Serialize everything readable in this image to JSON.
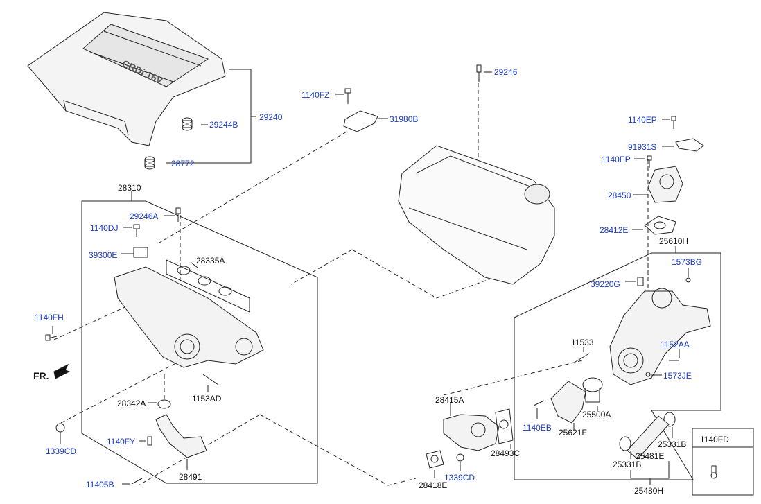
{
  "orientation_label": "FR.",
  "inset_box": {
    "label": "1140FD"
  },
  "engine_cover_text": "CRDi 16V",
  "parts": {
    "p29246": "29246",
    "p1140FZ": "1140FZ",
    "p31980B": "31980B",
    "p29244B": "29244B",
    "p29240": "29240",
    "p28772": "28772",
    "p1140EP_a": "1140EP",
    "p91931S": "91931S",
    "p1140EP_b": "1140EP",
    "p28450": "28450",
    "p28412E": "28412E",
    "p25610H": "25610H",
    "p1573BG": "1573BG",
    "p39220G": "39220G",
    "p28310": "28310",
    "p29246A": "29246A",
    "p1140DJ": "1140DJ",
    "p39300E": "39300E",
    "p28335A": "28335A",
    "p1140FH": "1140FH",
    "p11533": "11533",
    "p1152AA": "1152AA",
    "p1573JE": "1573JE",
    "p28342A": "28342A",
    "p1153AD": "1153AD",
    "p28415A": "28415A",
    "p1339CD_a": "1339CD",
    "p1140FY": "1140FY",
    "p28491": "28491",
    "p11405B": "11405B",
    "p28418E": "28418E",
    "p1339CD_b": "1339CD",
    "p28493C": "28493C",
    "p1140EB": "1140EB",
    "p25621F": "25621F",
    "p25500A": "25500A",
    "p25331B_a": "25331B",
    "p25331B_b": "25331B",
    "p25481E": "25481E",
    "p25480H": "25480H"
  },
  "colors": {
    "label_blue": "#1a3cc4",
    "label_black": "#111111",
    "line": "#222222"
  }
}
